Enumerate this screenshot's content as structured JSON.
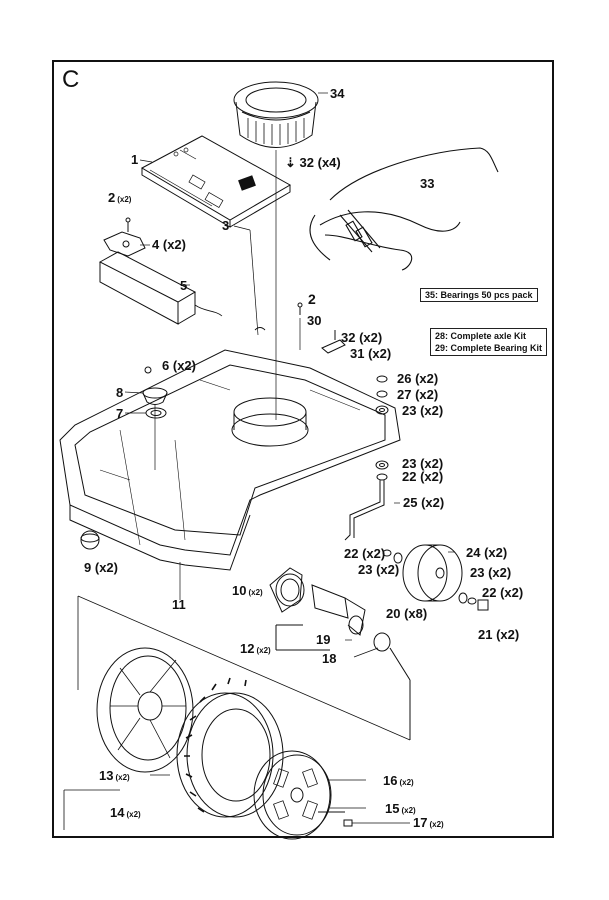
{
  "section_letter": "C",
  "notes": {
    "bearings_pack": "35: Bearings 50 pcs pack",
    "axle_kit": "28: Complete axle Kit",
    "bearing_kit": "29: Complete Bearing Kit"
  },
  "callouts": [
    {
      "id": "p34",
      "num": "34",
      "qty": ""
    },
    {
      "id": "p1",
      "num": "1",
      "qty": ""
    },
    {
      "id": "p32a",
      "num": "32",
      "qty": "(x4)"
    },
    {
      "id": "p33",
      "num": "33",
      "qty": ""
    },
    {
      "id": "p2a",
      "num": "2",
      "qty": "(x2)"
    },
    {
      "id": "p3",
      "num": "3",
      "qty": ""
    },
    {
      "id": "p4",
      "num": "4",
      "qty": "(x2)"
    },
    {
      "id": "p5",
      "num": "5",
      "qty": ""
    },
    {
      "id": "p2b",
      "num": "2",
      "qty": ""
    },
    {
      "id": "p30",
      "num": "30",
      "qty": ""
    },
    {
      "id": "p32b",
      "num": "32",
      "qty": "(x2)"
    },
    {
      "id": "p31",
      "num": "31",
      "qty": "(x2)"
    },
    {
      "id": "p6",
      "num": "6",
      "qty": "(x2)"
    },
    {
      "id": "p26",
      "num": "26",
      "qty": "(x2)"
    },
    {
      "id": "p27",
      "num": "27",
      "qty": "(x2)"
    },
    {
      "id": "p8",
      "num": "8",
      "qty": ""
    },
    {
      "id": "p23a",
      "num": "23",
      "qty": "(x2)"
    },
    {
      "id": "p7",
      "num": "7",
      "qty": ""
    },
    {
      "id": "p23b",
      "num": "23",
      "qty": "(x2)"
    },
    {
      "id": "p22a",
      "num": "22",
      "qty": "(x2)"
    },
    {
      "id": "p25",
      "num": "25",
      "qty": "(x2)"
    },
    {
      "id": "p9",
      "num": "9",
      "qty": "(x2)"
    },
    {
      "id": "p22b",
      "num": "22",
      "qty": "(x2)"
    },
    {
      "id": "p24",
      "num": "24",
      "qty": "(x2)"
    },
    {
      "id": "p23c",
      "num": "23",
      "qty": "(x2)"
    },
    {
      "id": "p23d",
      "num": "23",
      "qty": "(x2)"
    },
    {
      "id": "p22c",
      "num": "22",
      "qty": "(x2)"
    },
    {
      "id": "p11",
      "num": "11",
      "qty": ""
    },
    {
      "id": "p10",
      "num": "10",
      "qty": "(x2)"
    },
    {
      "id": "p20",
      "num": "20",
      "qty": "(x8)"
    },
    {
      "id": "p21",
      "num": "21",
      "qty": "(x2)"
    },
    {
      "id": "p19",
      "num": "19",
      "qty": ""
    },
    {
      "id": "p12",
      "num": "12",
      "qty": "(x2)"
    },
    {
      "id": "p18",
      "num": "18",
      "qty": ""
    },
    {
      "id": "p13",
      "num": "13",
      "qty": "(x2)"
    },
    {
      "id": "p16",
      "num": "16",
      "qty": "(x2)"
    },
    {
      "id": "p14",
      "num": "14",
      "qty": "(x2)"
    },
    {
      "id": "p15",
      "num": "15",
      "qty": "(x2)"
    },
    {
      "id": "p17",
      "num": "17",
      "qty": "(x2)"
    }
  ]
}
